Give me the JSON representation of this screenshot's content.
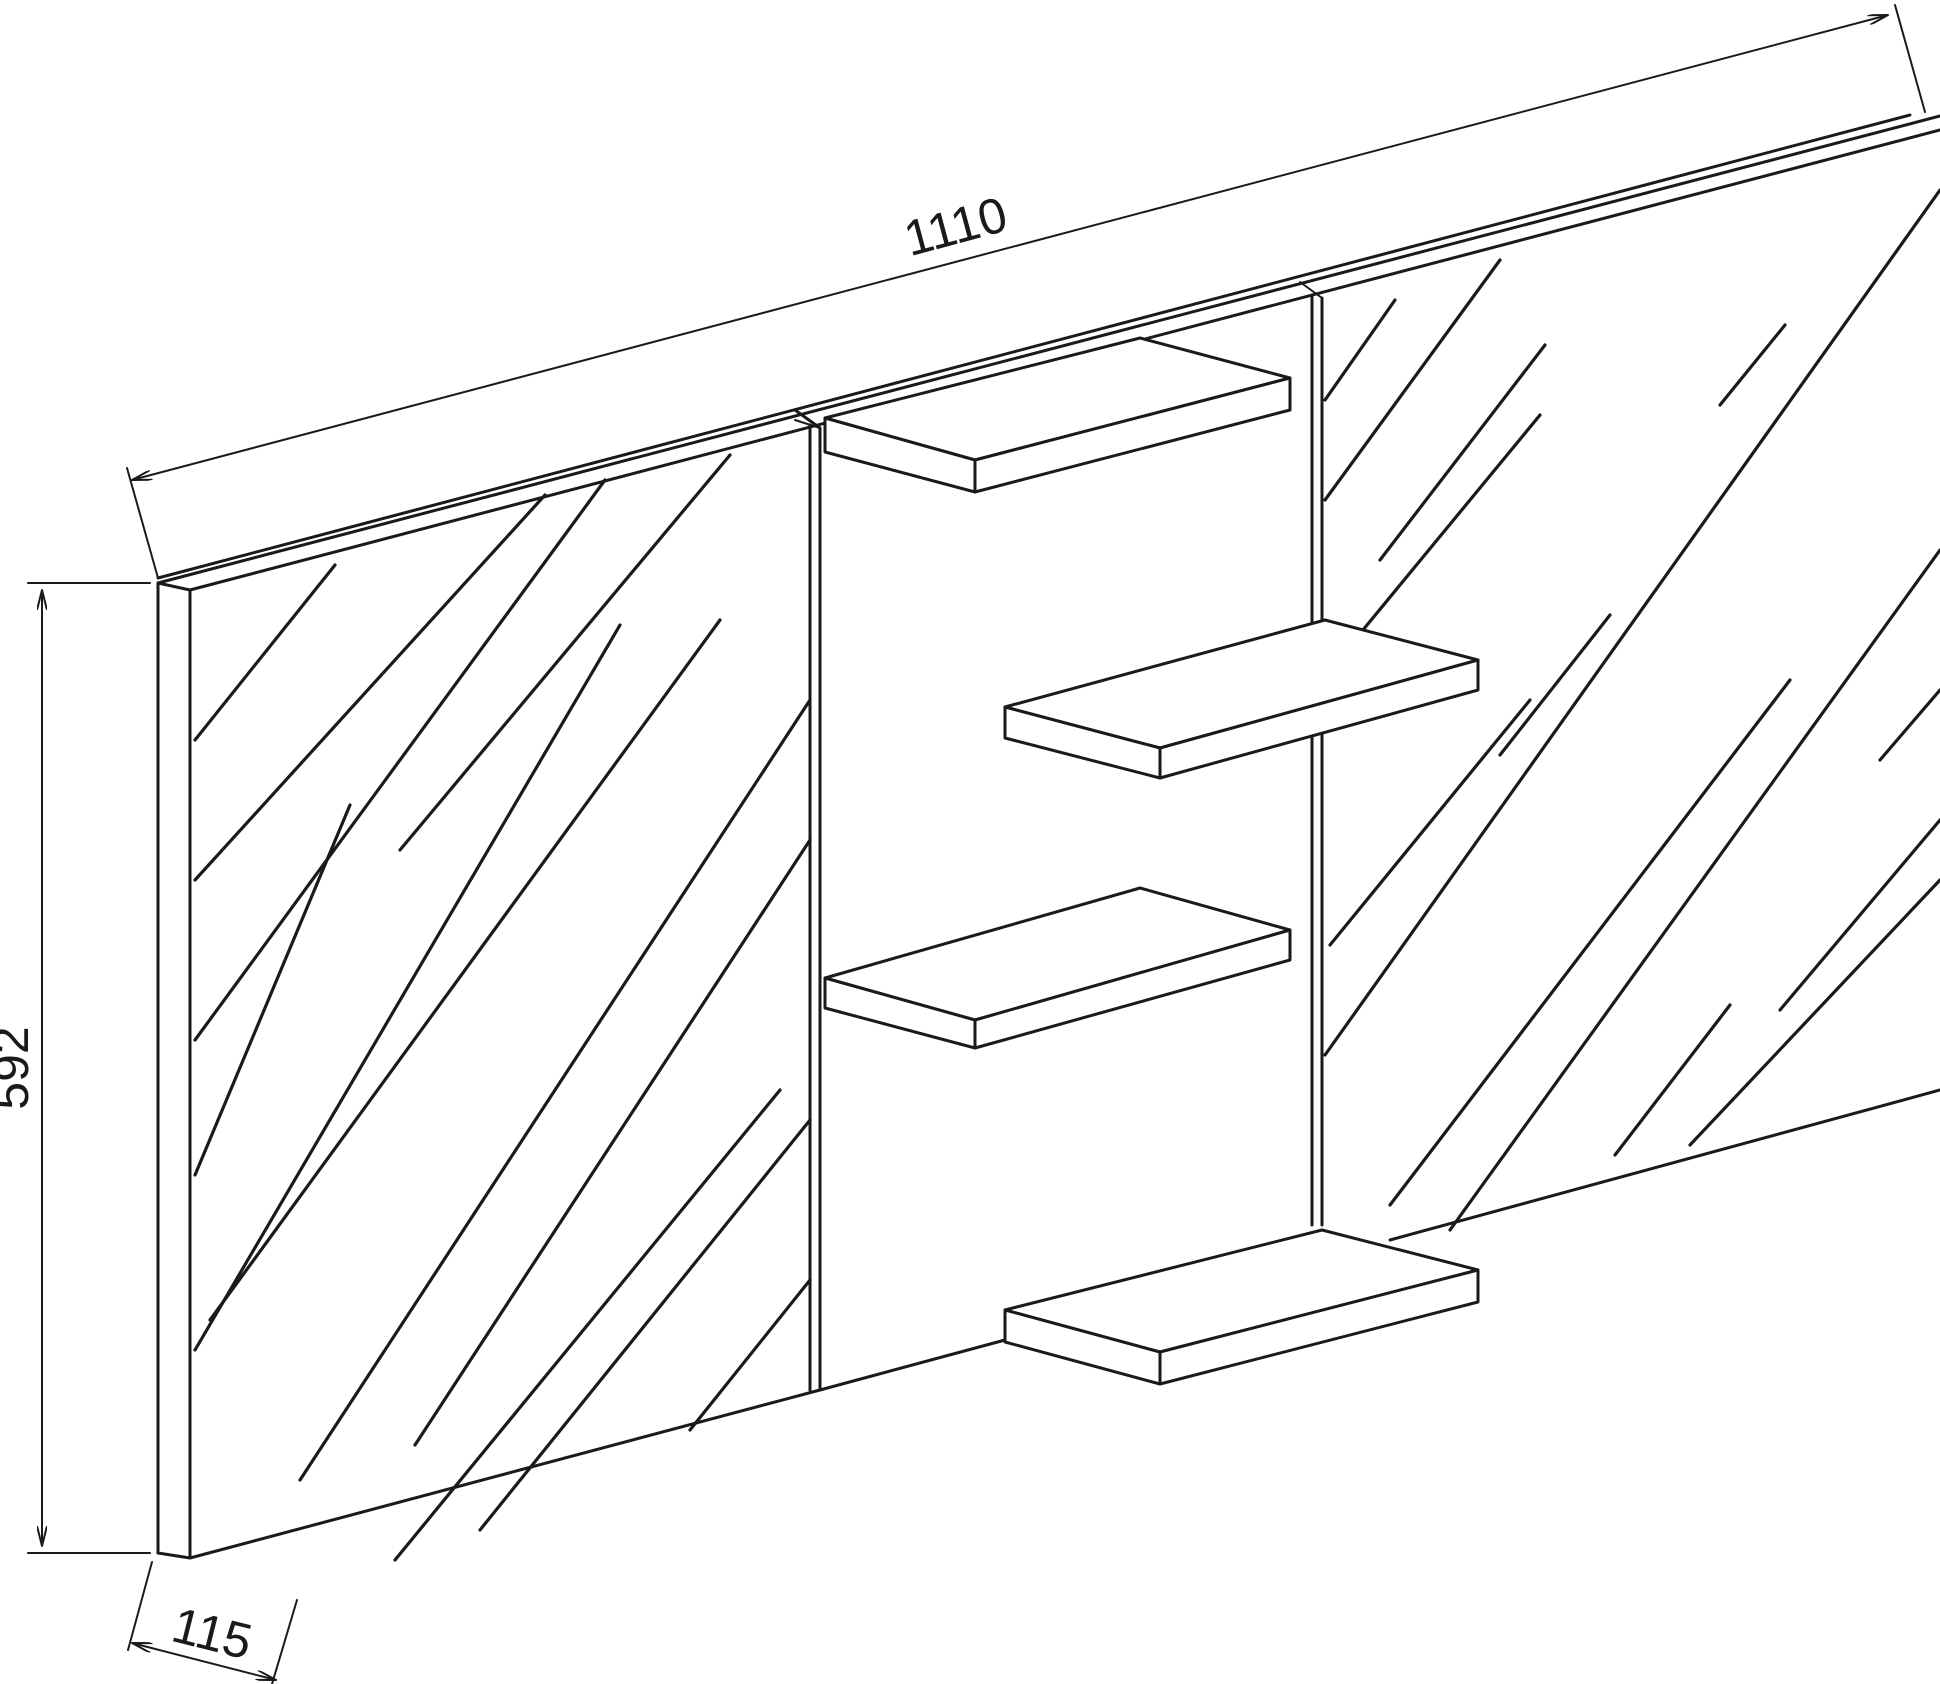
{
  "dimensions": {
    "width": "1110",
    "height": "592",
    "depth": "115"
  }
}
